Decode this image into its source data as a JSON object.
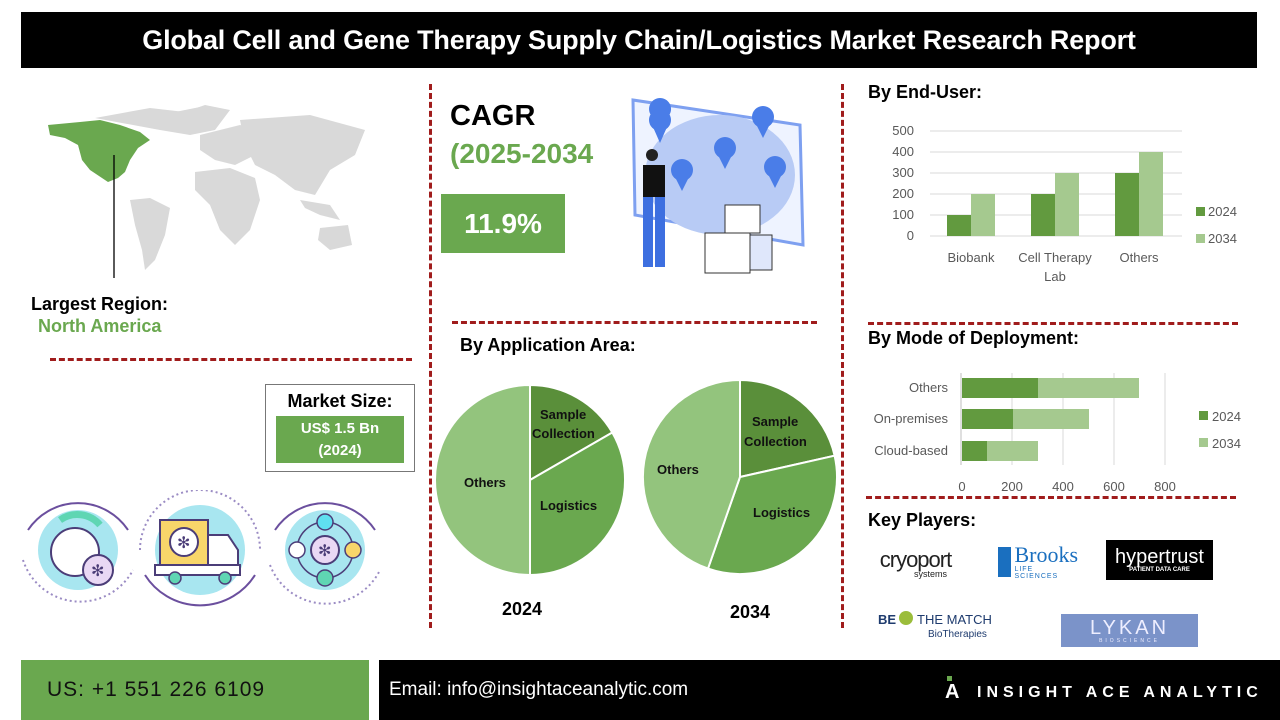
{
  "header": {
    "title": "Global Cell and Gene Therapy Supply Chain/Logistics Market Research Report"
  },
  "region": {
    "label": "Largest Region:",
    "value": "North America",
    "highlight_color": "#6aa84f"
  },
  "cagr": {
    "title": "CAGR",
    "years": "(2025-2034",
    "value": "11.9%"
  },
  "market_size": {
    "label": "Market Size:",
    "value_line1": "US$ 1.5 Bn",
    "value_line2": "(2024)"
  },
  "icons": [
    "clock-snowflake-icon",
    "refrigerated-truck-icon",
    "cold-chain-cycle-icon"
  ],
  "application": {
    "title": "By  Application Area:",
    "year1": "2024",
    "year2": "2034"
  },
  "end_user": {
    "title": "By  End-User:"
  },
  "deployment": {
    "title": "By Mode of Deployment:"
  },
  "key_players": {
    "title": "Key Players:",
    "logos": [
      "cryoport",
      "systems",
      "Brooks",
      "LIFE SCIENCES",
      "hypertrust",
      "PATIENT DATA CARE",
      "BE",
      "THE MATCH",
      "BioTherapies",
      "LYKAN",
      "BIOSCIENCE"
    ]
  },
  "footer": {
    "phone": "US: +1 551 226 6109",
    "email": "Email: info@insightaceanalytic.com",
    "brand": "INSIGHT ACE ANALYTIC"
  },
  "colors": {
    "dark_green": "#629a3f",
    "mid_green": "#6aa84f",
    "light_green": "#a5c98f",
    "pie_light": "#93c47d",
    "divider": "#a01c1c"
  },
  "chart_data": [
    {
      "type": "pie",
      "title": "By Application Area: 2024",
      "categories": [
        "Sample Collection",
        "Logistics",
        "Others"
      ],
      "values": [
        16.7,
        33.3,
        50.0
      ]
    },
    {
      "type": "pie",
      "title": "By Application Area: 2034",
      "categories": [
        "Sample Collection",
        "Logistics",
        "Others"
      ],
      "values": [
        22,
        36,
        42
      ]
    },
    {
      "type": "bar",
      "title": "By End-User",
      "categories": [
        "Biobank",
        "Cell Therapy Lab",
        "Others"
      ],
      "series": [
        {
          "name": "2024",
          "values": [
            100,
            200,
            300
          ]
        },
        {
          "name": "2034",
          "values": [
            200,
            300,
            400
          ]
        }
      ],
      "yticks": [
        "0",
        "100",
        "200",
        "300",
        "400",
        "500"
      ],
      "ylim": [
        0,
        500
      ],
      "grid": true,
      "legend_position": "right"
    },
    {
      "type": "bar",
      "orientation": "horizontal",
      "stacked": true,
      "title": "By Mode of Deployment",
      "categories": [
        "Others",
        "On-premises",
        "Cloud-based"
      ],
      "series": [
        {
          "name": "2024",
          "values": [
            300,
            200,
            100
          ]
        },
        {
          "name": "2034",
          "values": [
            400,
            300,
            200
          ]
        }
      ],
      "xticks": [
        "0",
        "200",
        "400",
        "600",
        "800"
      ],
      "xlim": [
        0,
        800
      ],
      "grid": true,
      "legend_position": "right"
    }
  ]
}
